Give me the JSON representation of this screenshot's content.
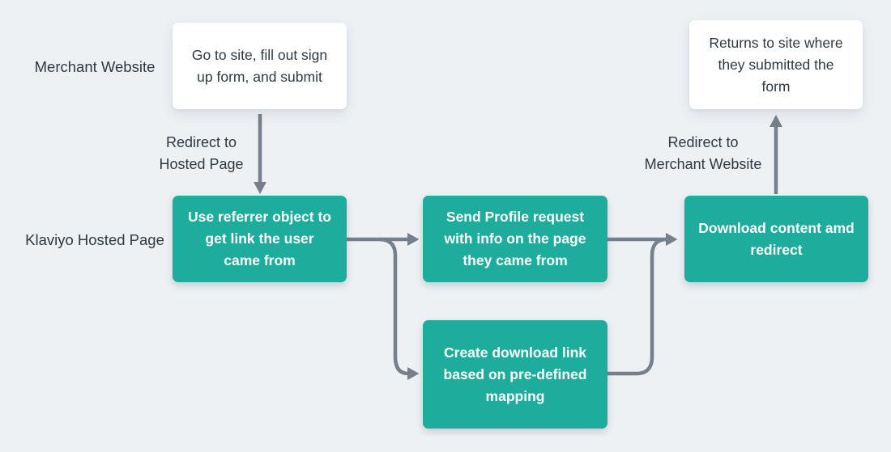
{
  "palette": {
    "background": "#EDF1F4",
    "node_teal": "#1EAC9C",
    "node_white": "#FFFFFF",
    "arrow": "#75808C",
    "text_dark": "#2F3942",
    "text_on_teal": "#FFFFFF"
  },
  "lanes": [
    {
      "label": "Merchant Website"
    },
    {
      "label": "Klaviyo Hosted Page"
    }
  ],
  "nodes": [
    {
      "id": "goto-site",
      "type": "white",
      "text": "Go to site, fill out sign\nup form, and submit"
    },
    {
      "id": "use-referrer",
      "type": "teal",
      "text": "Use referrer object to\nget link the user\ncame from"
    },
    {
      "id": "send-profile",
      "type": "teal",
      "text": "Send Profile request\nwith info on the page\nthey came from"
    },
    {
      "id": "create-link",
      "type": "teal",
      "text": "Create download link\nbased on pre-defined\nmapping"
    },
    {
      "id": "download-content",
      "type": "teal",
      "text": "Download content amd\nredirect"
    },
    {
      "id": "returns-to-site",
      "type": "white",
      "text": "Returns to site where\nthey submitted the\nform"
    }
  ],
  "edge_labels": [
    {
      "text": "Redirect to\nHosted Page"
    },
    {
      "text": "Redirect to\nMerchant Website"
    }
  ]
}
